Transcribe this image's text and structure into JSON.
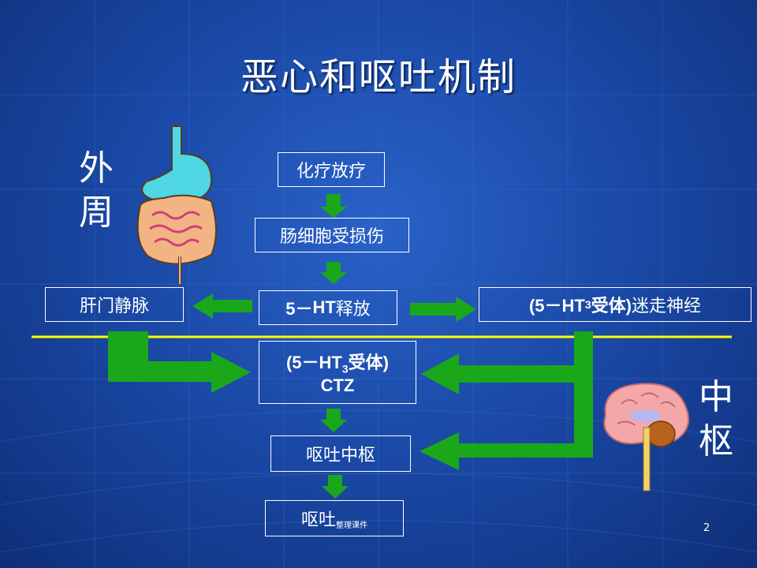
{
  "title": "恶心和呕吐机制",
  "peripheral_label": [
    "外",
    "周"
  ],
  "central_label": [
    "中",
    "枢"
  ],
  "boxes": {
    "chemo": "化疗放疗",
    "damage": "肠细胞受损伤",
    "release_prefix": "5－",
    "release_bold": "HT",
    "release_suffix": "释放",
    "portal": "肝门静脉",
    "vagus_a": "(5－HT",
    "vagus_sub": "3",
    "vagus_b": "受体)",
    "vagus_c": " 迷走神经",
    "ctz_a": "(5－HT",
    "ctz_sub": "3",
    "ctz_b": "受体)",
    "ctz_line2": "CTZ",
    "center": "呕吐中枢",
    "vomit": "呕吐"
  },
  "footer_watermark": "整理课件",
  "page_number": "2",
  "colors": {
    "background": "#1b4aa8",
    "arrow": "#1aa81a",
    "divider": "#ffff00",
    "box_border": "#ffffff",
    "text": "#ffffff"
  },
  "icons": [
    "stomach-intestine-illustration",
    "brain-illustration"
  ]
}
